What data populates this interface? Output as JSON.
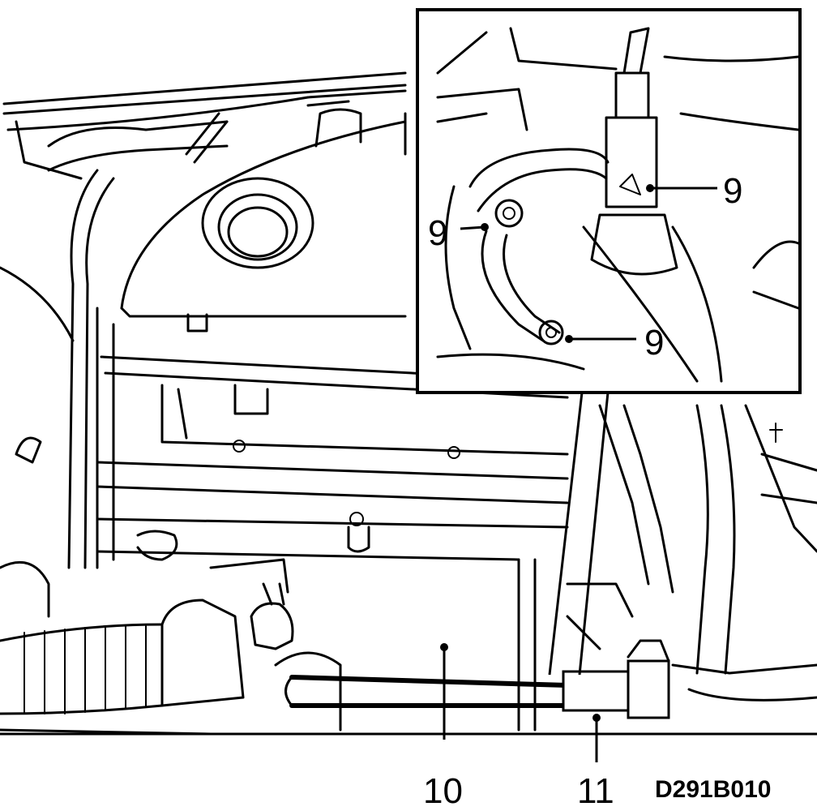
{
  "callouts": {
    "c9a": "9",
    "c9b": "9",
    "c9c": "9",
    "c10": "10",
    "c11": "11"
  },
  "figure_ref": "D291B010"
}
